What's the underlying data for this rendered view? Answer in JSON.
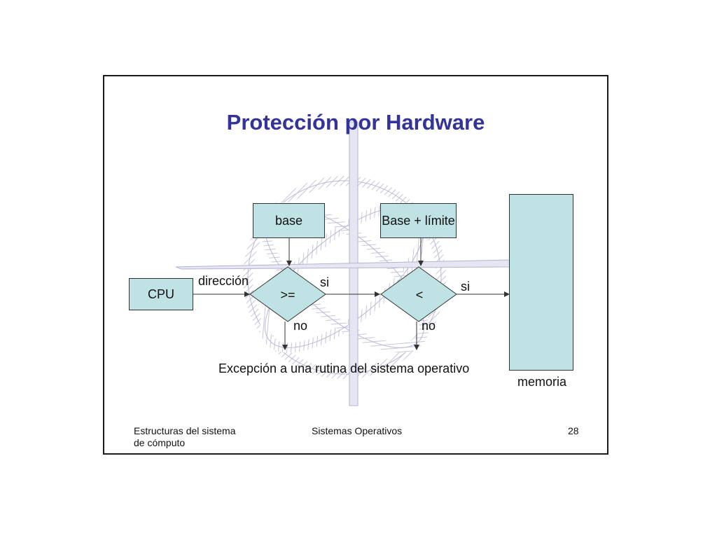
{
  "slide": {
    "title": "Protección por Hardware",
    "nodes": {
      "base": "base",
      "limit": "Base + límite",
      "cpu": "CPU",
      "ge": ">=",
      "lt": "<",
      "memory": "memoria"
    },
    "edges": {
      "address": "dirección",
      "yes_1": "si",
      "yes_2": "si",
      "no_1": "no",
      "no_2": "no"
    },
    "exception": "Excepción a una rutina del sistema operativo",
    "footer": {
      "left_line1": "Estructuras del sistema",
      "left_line2": "de cómputo",
      "center": "Sistemas Operativos",
      "page": "28"
    }
  }
}
